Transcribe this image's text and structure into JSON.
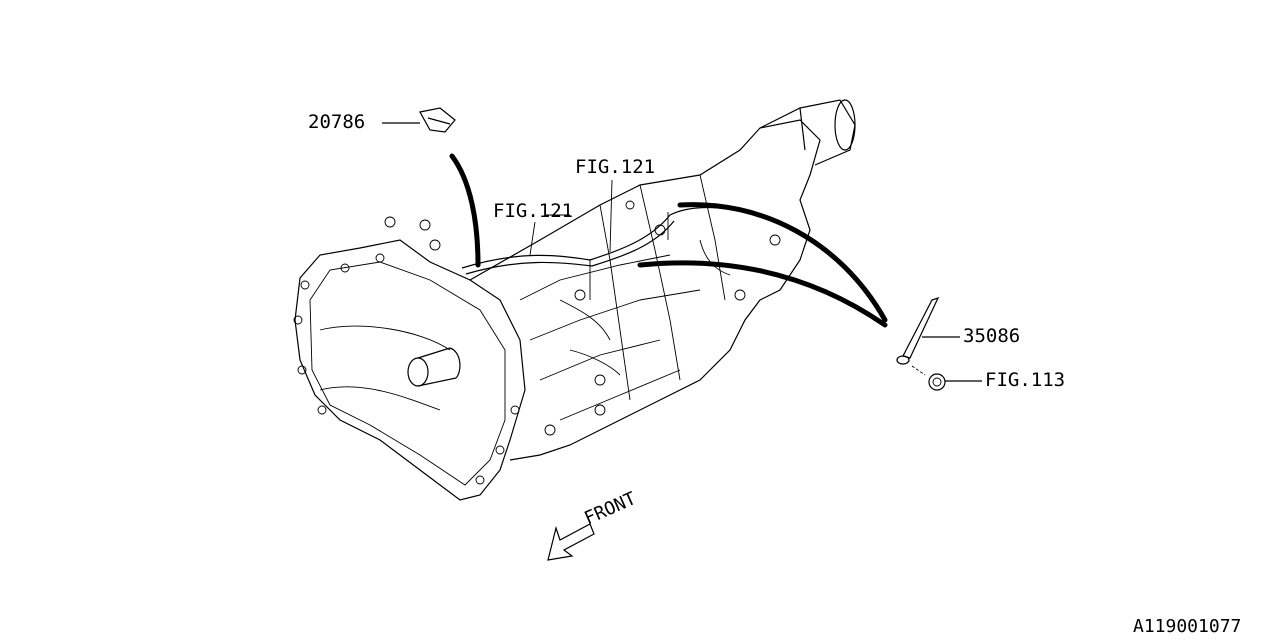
{
  "diagram": {
    "callouts": {
      "clip": "20786",
      "harness_fig_left": "FIG.121",
      "harness_fig_right": "FIG.121",
      "stud": "35086",
      "nut": "FIG.113"
    },
    "front_indicator": "FRONT",
    "drawing_code": "A119001077"
  }
}
